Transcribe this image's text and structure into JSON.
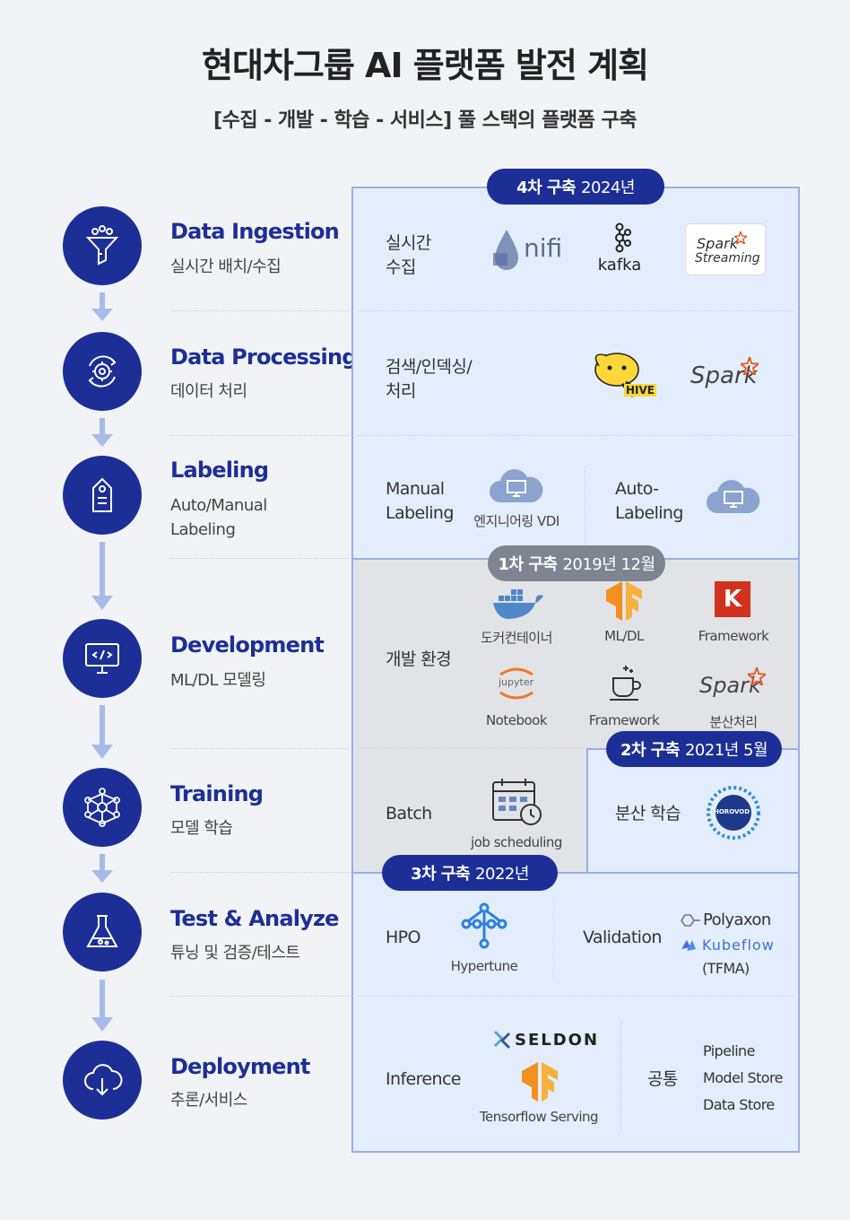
{
  "header": {
    "title": "현대차그룹 AI 플랫폼 발전 계획",
    "subtitle": "[수집 - 개발 - 학습 - 서비스] 풀 스택의 플랫폼 구축"
  },
  "stages": [
    {
      "name": "Data Ingestion",
      "sub": "실시간 배치/수집",
      "icon": "funnel-icon"
    },
    {
      "name": "Data Processing",
      "sub": "데이터 처리",
      "icon": "gear-cycle-icon"
    },
    {
      "name": "Labeling",
      "sub": "Auto/Manual\nLabeling",
      "icon": "tag-icon"
    },
    {
      "name": "Development",
      "sub": "ML/DL 모델링",
      "icon": "code-monitor-icon"
    },
    {
      "name": "Training",
      "sub": "모델 학습",
      "icon": "neural-network-icon"
    },
    {
      "name": "Test & Analyze",
      "sub": "튜닝 및 검증/테스트",
      "icon": "flask-icon"
    },
    {
      "name": "Deployment",
      "sub": "추론/서비스",
      "icon": "cloud-download-icon"
    }
  ],
  "phases": {
    "phase4": {
      "bold": "4차 구축",
      "date": "2024년"
    },
    "phase1": {
      "bold": "1차 구축",
      "date": "2019년 12월"
    },
    "phase2": {
      "bold": "2차 구축",
      "date": "2021년 5월"
    },
    "phase3": {
      "bold": "3차 구축",
      "date": "2022년"
    }
  },
  "rows": {
    "ingestion": {
      "label": "실시간\n수집",
      "logos": [
        "nifi",
        "kafka",
        "Spark",
        "Streaming"
      ]
    },
    "processing": {
      "label": "검색/인덱싱/\n처리",
      "logos": [
        "HIVE",
        "Spark"
      ]
    },
    "labeling": {
      "label_manual": "Manual\nLabeling",
      "vdi_caption": "엔지니어링 VDI",
      "label_auto": "Auto-\nLabeling"
    },
    "development": {
      "label": "개발 환경",
      "captions": [
        "도커컨테이너",
        "ML/DL",
        "Framework",
        "Notebook",
        "Framework",
        "분산처리"
      ],
      "logo_text": {
        "jupyter": "jupyter",
        "k": "K",
        "spark": "Spark"
      }
    },
    "training": {
      "label_batch": "Batch",
      "batch_caption": "job scheduling",
      "label_dist": "분산 학습",
      "horovod_text": "HOROVOD"
    },
    "test": {
      "label_hpo": "HPO",
      "hpo_caption": "Hypertune",
      "label_val": "Validation",
      "tools": [
        "Polyaxon",
        "Kubeflow",
        "(TFMA)"
      ]
    },
    "deployment": {
      "label": "Inference",
      "seldon": "SELDON",
      "tf_caption": "Tensorflow Serving",
      "common_label": "공통",
      "common_items": [
        "Pipeline",
        "Model Store",
        "Data Store"
      ]
    }
  },
  "colors": {
    "navy": "#1c2f97",
    "arrow": "#a8bbe8",
    "panel_blue": "#e4edfb",
    "panel_gray": "#e2e3e6",
    "border": "#97b0e6",
    "pill_gray": "#7e8591"
  }
}
